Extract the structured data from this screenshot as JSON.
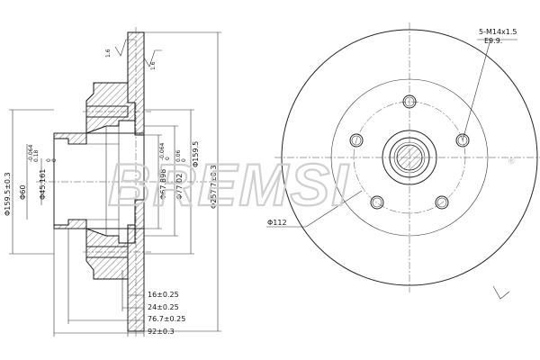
{
  "side_view": {
    "dia_outer_left": "Φ159.5±0.3",
    "dia_60": "Φ60",
    "dia_60_tol_upper": "-0.064",
    "dia_60_tol_lower": "0.18",
    "dia_45": "Φ45.161",
    "dia_45_tol_upper": "0",
    "dia_45_tol_lower": "0",
    "dia_67": "Φ67.898",
    "dia_67_tol_upper": "-0.064",
    "dia_67_tol_lower": "0",
    "dia_77": "Φ77.02",
    "dia_77_tol_upper": "0.06",
    "dia_77_tol_lower": "0",
    "dia_159": "Φ159.5",
    "dia_257": "Φ257.7±0.3",
    "surface_finish_a": "1.6",
    "surface_finish_b": "1.6",
    "width_16": "16±0.25",
    "width_24": "24±0.25",
    "width_76": "76.7±0.25",
    "width_92": "92±0.3"
  },
  "front_view": {
    "bolt_spec_line1": "5-M14x1.5",
    "bolt_spec_line2": "E9.9.",
    "pcd": "Φ112"
  },
  "watermark": {
    "brand": "BREMSI",
    "registered": "®"
  }
}
